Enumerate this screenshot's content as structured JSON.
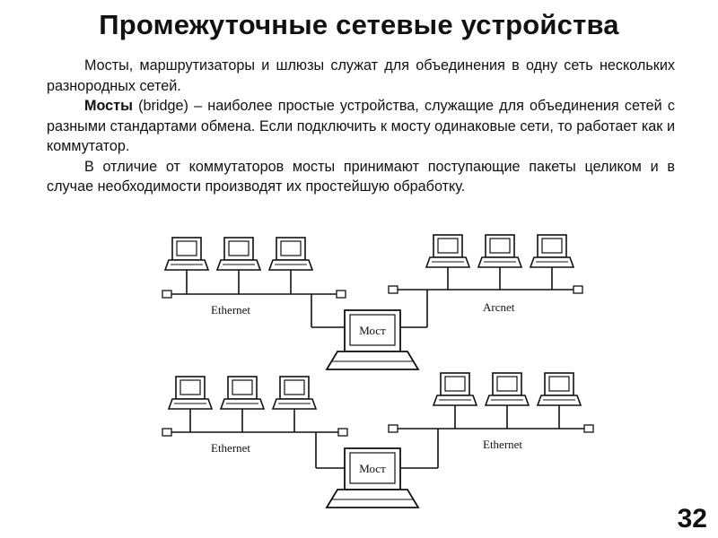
{
  "slide": {
    "title": "Промежуточные сетевые устройства",
    "paragraph1": "Мосты, маршрутизаторы и шлюзы служат для объединения в одну сеть нескольких разнородных сетей.",
    "paragraph2_bold": "Мосты",
    "paragraph2_term": "(bridge)",
    "paragraph2_rest": "– наиболее простые устройства, служащие для объединения сетей с разными стандартами обмена. Если подключить к мосту одинаковые сети, то работает как и коммутатор.",
    "paragraph3": "В отличие от коммутаторов мосты принимают поступающие пакеты целиком и в случае необходимости производят их простейшую обработку.",
    "page_number": "32"
  },
  "diagram": {
    "top": {
      "left_network": "Ethernet",
      "right_network": "Arcnet",
      "bridge": "Мост"
    },
    "bottom": {
      "left_network": "Ethernet",
      "right_network": "Ethernet",
      "bridge": "Мост"
    }
  }
}
